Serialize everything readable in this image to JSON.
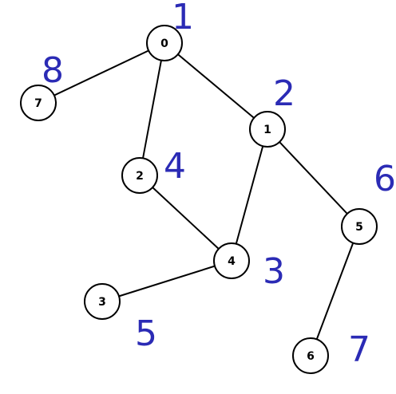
{
  "graph": {
    "nodes": [
      {
        "id": "0",
        "annotation": "1"
      },
      {
        "id": "1",
        "annotation": "2"
      },
      {
        "id": "2",
        "annotation": "4"
      },
      {
        "id": "3",
        "annotation": "5"
      },
      {
        "id": "4",
        "annotation": "3"
      },
      {
        "id": "5",
        "annotation": "6"
      },
      {
        "id": "6",
        "annotation": "7"
      },
      {
        "id": "7",
        "annotation": "8"
      }
    ],
    "edges": [
      [
        "0",
        "7"
      ],
      [
        "0",
        "2"
      ],
      [
        "0",
        "1"
      ],
      [
        "1",
        "4"
      ],
      [
        "1",
        "5"
      ],
      [
        "2",
        "4"
      ],
      [
        "4",
        "3"
      ],
      [
        "5",
        "6"
      ]
    ]
  },
  "colors": {
    "annotation_ink": "#2b2bb5",
    "node_stroke": "#000000",
    "node_fill": "#ffffff",
    "edge": "#000000"
  }
}
